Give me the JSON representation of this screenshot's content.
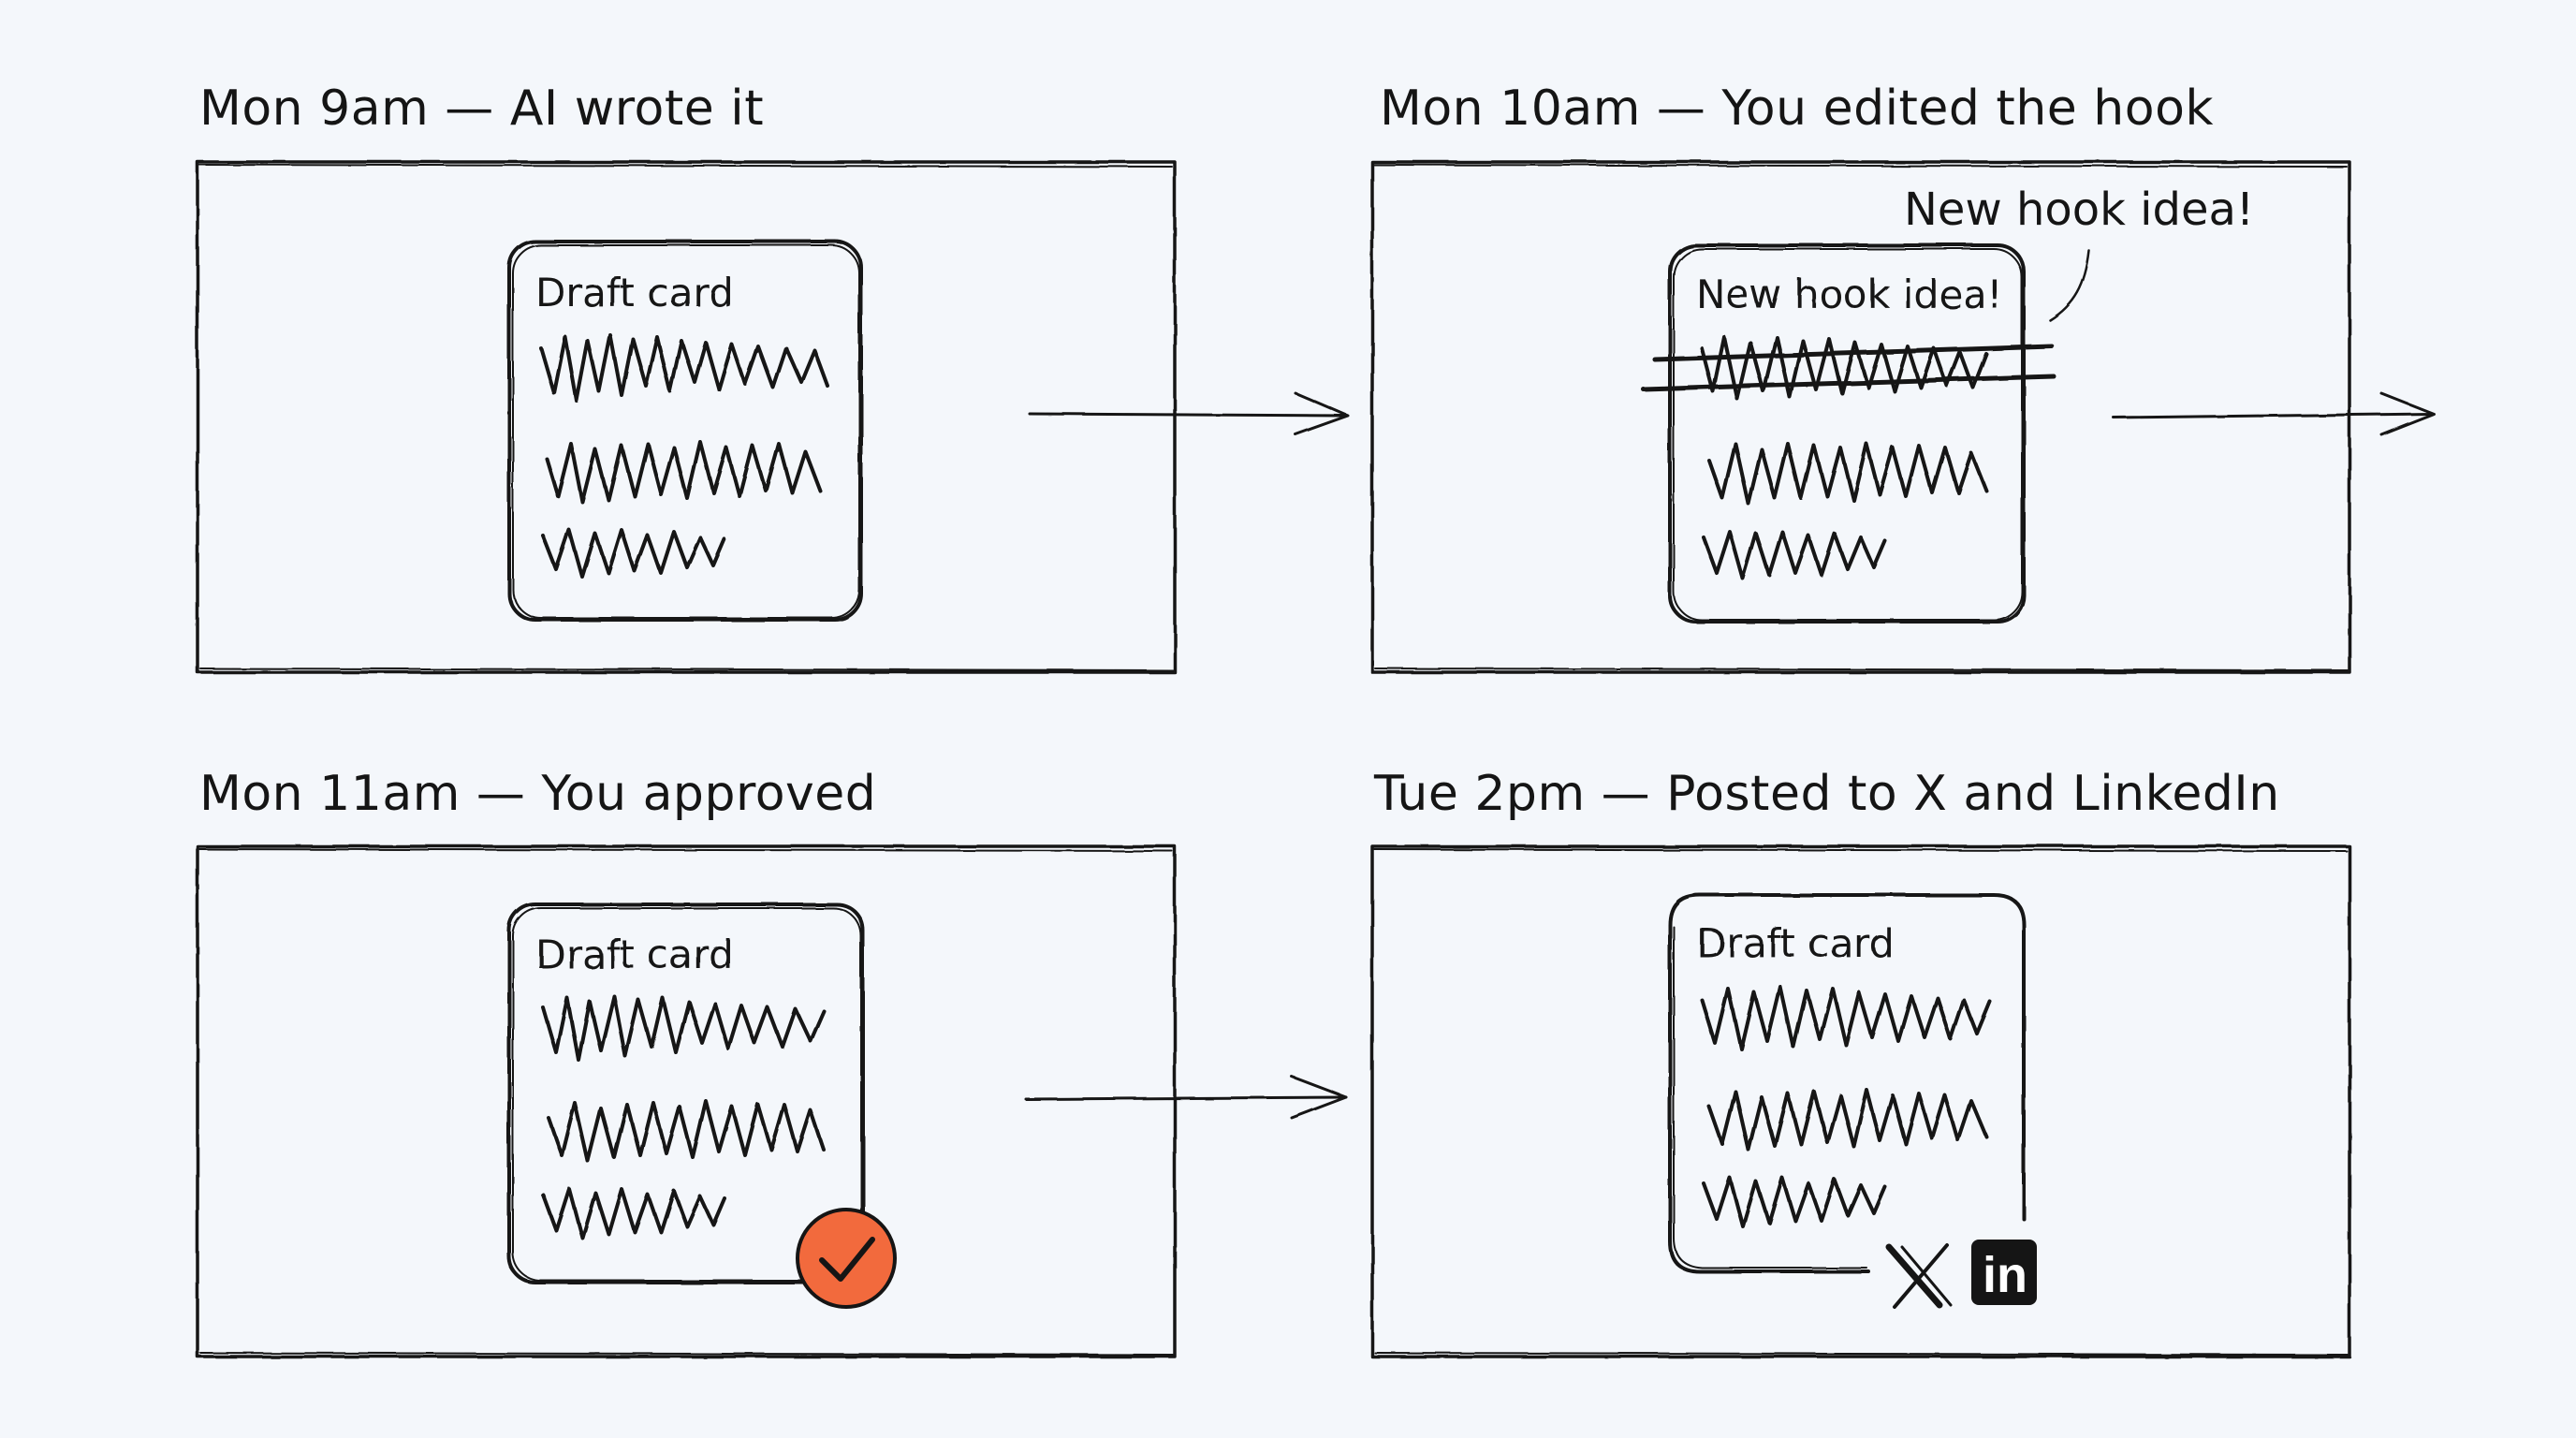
{
  "panels": [
    {
      "caption": "Mon 9am — AI wrote it",
      "card_title": "Draft card"
    },
    {
      "caption": "Mon 10am — You edited the hook",
      "card_title": "New hook idea!",
      "callout": "New hook idea!"
    },
    {
      "caption": "Mon 11am — You approved",
      "card_title": "Draft card",
      "badge_icon": "check-circle-icon",
      "badge_color": "#f26a3d"
    },
    {
      "caption": "Tue 2pm — Posted to X and LinkedIn",
      "card_title": "Draft card",
      "icons": [
        "x-logo-icon",
        "linkedin-logo-icon"
      ],
      "linkedin_text": "in"
    }
  ],
  "colors": {
    "background": "#f4f7fb",
    "ink": "#151515",
    "accent": "#f26a3d"
  }
}
